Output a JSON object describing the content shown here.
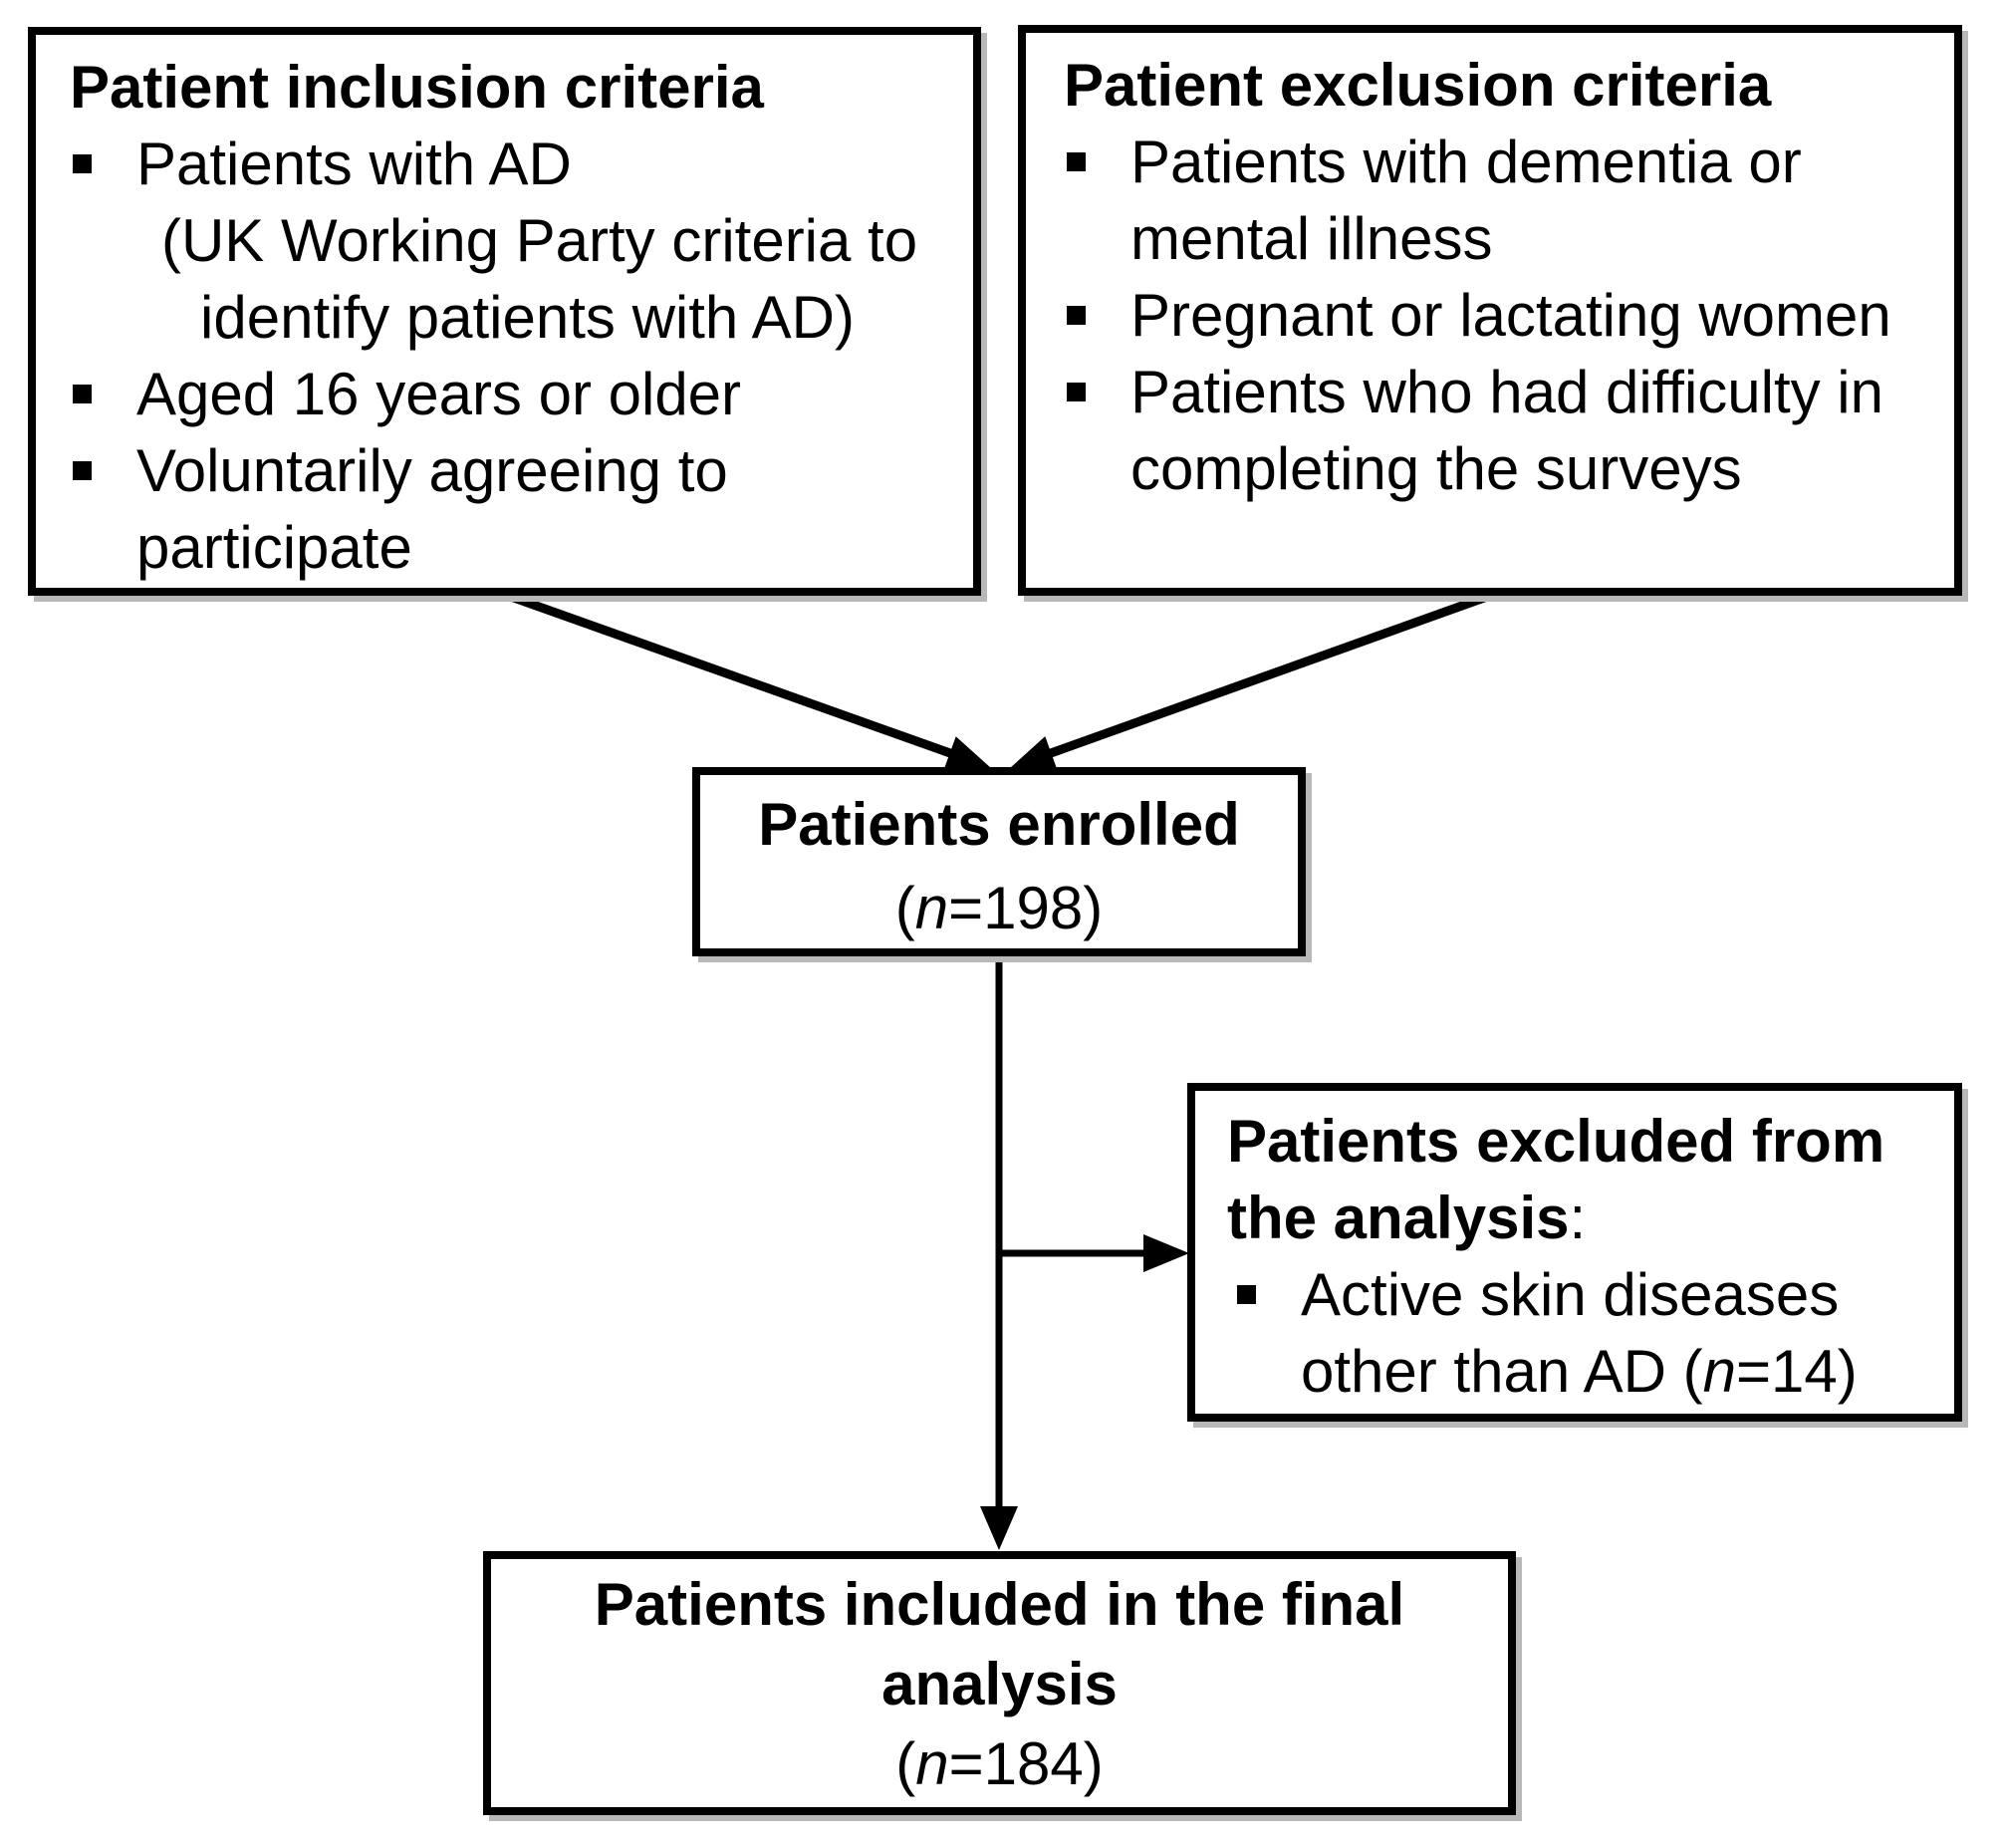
{
  "diagram": {
    "inclusion": {
      "title": "Patient inclusion criteria",
      "bullet1": {
        "line1": "Patients with AD",
        "line2": "(UK Working Party criteria to",
        "line3": "identify patients with AD)"
      },
      "bullet2": {
        "line1": "Aged 16 years or older"
      },
      "bullet3": {
        "line1": "Voluntarily agreeing to",
        "line2": "participate"
      }
    },
    "exclusion": {
      "title": "Patient exclusion criteria",
      "bullet1": {
        "line1": "Patients with dementia or",
        "line2": "mental illness"
      },
      "bullet2": {
        "line1": "Pregnant or lactating women"
      },
      "bullet3": {
        "line1": "Patients who had difficulty in",
        "line2": "completing the surveys"
      }
    },
    "enrolled": {
      "title": "Patients enrolled",
      "count_open": "(",
      "count_n": "n",
      "count_rest": "=198)"
    },
    "excluded": {
      "title_line1": "Patients excluded from",
      "title_line2": "the analysis",
      "title_colon": ":",
      "bullet1": {
        "line1": "Active skin diseases",
        "line2_pre": "other than AD (",
        "line2_n": "n",
        "line2_rest": "=14)"
      }
    },
    "final": {
      "title_line1": "Patients included in the final",
      "title_line2": "analysis",
      "count_open": "(",
      "count_n": "n",
      "count_rest": "=184)"
    }
  },
  "colors": {
    "line": "#000000",
    "background": "#ffffff",
    "shadow": "#b8b8b8"
  }
}
